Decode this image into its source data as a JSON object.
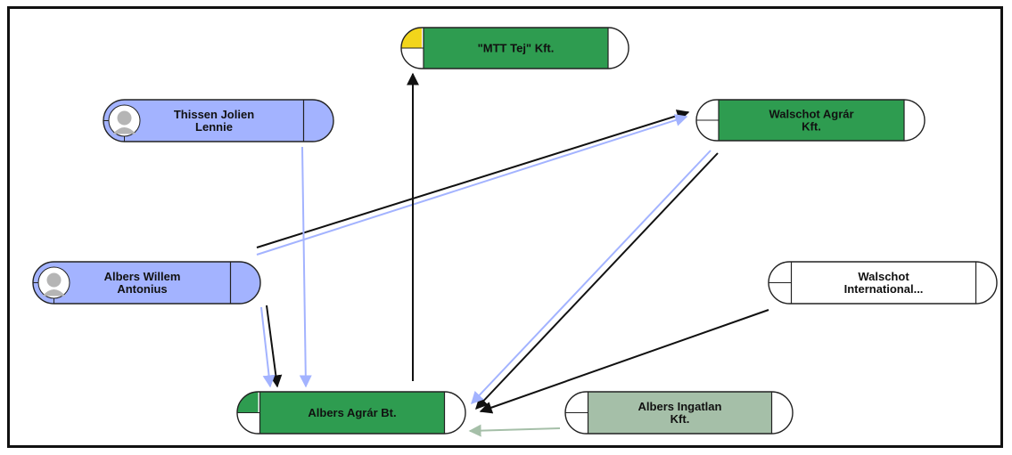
{
  "nodes": [
    {
      "id": "mtt",
      "kind": "company",
      "lines": [
        "\"MTT Tej\" Kft."
      ],
      "fill": "#2e9c50",
      "quadrant_color": "#f2d51b",
      "quadrant_pos": "top-left"
    },
    {
      "id": "thissen",
      "kind": "person",
      "lines": [
        "Thissen Jolien",
        "Lennie"
      ],
      "fill": "#a3b3ff",
      "icon": "person-silhouette-icon"
    },
    {
      "id": "walschot_agrar",
      "kind": "company",
      "lines": [
        "Walschot Agrár",
        "Kft."
      ],
      "fill": "#2e9c50",
      "quadrant_color": "#ffffff",
      "quadrant_pos": "none"
    },
    {
      "id": "albers_willem",
      "kind": "person",
      "lines": [
        "Albers Willem",
        "Antonius"
      ],
      "fill": "#a3b3ff",
      "icon": "person-silhouette-icon"
    },
    {
      "id": "walschot_int",
      "kind": "company",
      "lines": [
        "Walschot",
        "International..."
      ],
      "fill": "#ffffff",
      "quadrant_color": "#ffffff",
      "quadrant_pos": "none"
    },
    {
      "id": "albers_agrar",
      "kind": "company",
      "lines": [
        "Albers Agrár Bt."
      ],
      "fill": "#2e9c50",
      "quadrant_color": "#2e9c50",
      "quadrant_pos": "top-left"
    },
    {
      "id": "albers_ingatlan",
      "kind": "company",
      "lines": [
        "Albers Ingatlan",
        "Kft."
      ],
      "fill": "#a5bfa8",
      "quadrant_color": "#ffffff",
      "quadrant_pos": "none"
    }
  ],
  "edges": [
    {
      "from": "albers_willem",
      "to": "walschot_agrar",
      "color": "#111111"
    },
    {
      "from": "albers_willem",
      "to": "walschot_agrar",
      "color": "#a3b3ff"
    },
    {
      "from": "thissen",
      "to": "albers_agrar",
      "color": "#a3b3ff"
    },
    {
      "from": "albers_agrar",
      "to": "mtt",
      "color": "#111111"
    },
    {
      "from": "albers_willem",
      "to": "albers_agrar",
      "color": "#111111"
    },
    {
      "from": "albers_willem",
      "to": "albers_agrar",
      "color": "#a3b3ff"
    },
    {
      "from": "walschot_agrar",
      "to": "albers_agrar",
      "color": "#111111"
    },
    {
      "from": "walschot_agrar",
      "to": "albers_agrar",
      "color": "#a3b3ff"
    },
    {
      "from": "walschot_int",
      "to": "albers_agrar",
      "color": "#111111"
    },
    {
      "from": "albers_ingatlan",
      "to": "albers_agrar",
      "color": "#a5bfa8"
    }
  ]
}
